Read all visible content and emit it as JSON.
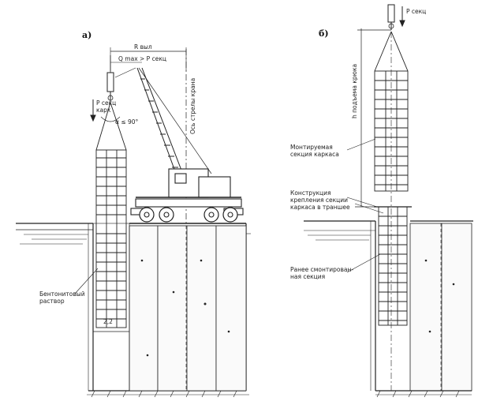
{
  "panel_a": {
    "label": "а)",
    "r_label": "R выл",
    "q_formula": "Q max > P секц",
    "p_load": "P секц",
    "p_load_sub": "карк",
    "angle": "α ≤ 90°",
    "crane_axis": "Ось стрелы крана",
    "bentonite_note": "Бентонитовый\nраствор",
    "level_mark": "2,2"
  },
  "panel_b": {
    "label": "б)",
    "p_load": "P секц",
    "hook_height": "h подъема крюка",
    "mounted_note": "Монтируемая\nсекция каркаса",
    "fastening_note": "Конструкция\nкрепления секции\nкаркаса в траншее",
    "previous_note": "Ранее смонтирован-\nная секция"
  }
}
